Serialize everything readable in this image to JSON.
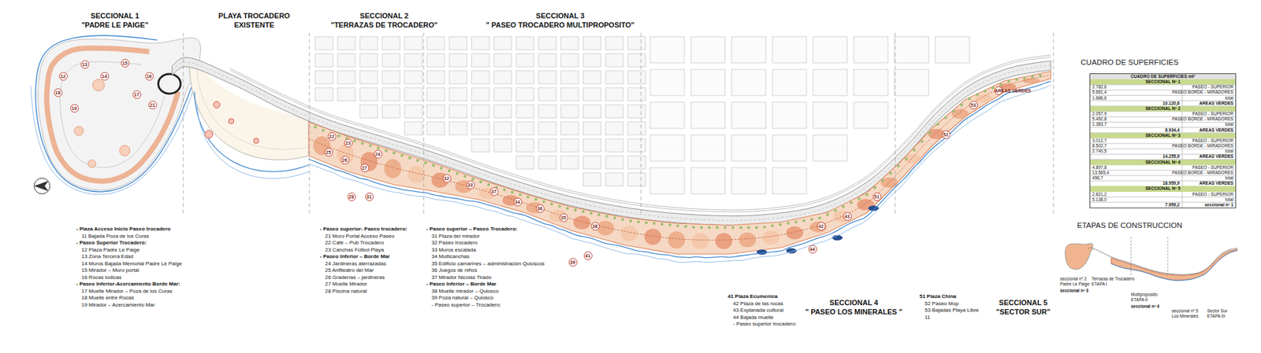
{
  "diagram": {
    "nodes": [
      {
        "text": [
          "CUADRO DE SUPERFICIES mt²"
        ]
      },
      {
        "text": [
          "SECCIONAL Nº 1"
        ],
        "in": 0
      },
      {
        "text": [
          "SECCIONAL Nº 2"
        ],
        "in": 0
      },
      {
        "text": [
          "SECCIONAL Nº 3"
        ],
        "in": 0
      },
      {
        "text": [
          "SECCIONAL Nº 4"
        ],
        "in": 0
      },
      {
        "text": [
          "SECCIONAL Nº 5"
        ],
        "in": 0
      }
    ],
    "labels": [
      "SECCIONAL 1",
      "\"PADRE LE PAIGE\"",
      "PLAYA TROCADERO",
      "EXISTENTE",
      "SECCIONAL 2",
      "\"TERRAZAS DE TROCADERO\"",
      "SECCIONAL 3",
      "\" PASEO TROCADERO MULTIPROPOSITO\"",
      "SECCIONAL 4",
      "\" PASEO LOS MINERALES \"",
      "SECCIONAL 5",
      "\"SECTOR SUR\"",
      "CUADRO DE SUPERFICIES",
      "ETAPAS DE CONSTRUCCION",
      "- Plaza Acceso Inicio Paseo trocadero",
      "11 Bajada Poza de los Curas",
      "- Paseo Superior Trocadero:",
      "12 Plaza Padre Le Paige",
      "13 Zona Tercera Edad",
      "14 Muros Bajada Memorial Padre Le Paige",
      "15 Mirador – Muro portal",
      "16 Rocas lúdicas",
      "- Paseo Inferior-Acercamiento Borde Mar:",
      "17 Muelle Mirador – Poza de los Curas",
      "18 Muelle entre Rocas",
      "19 Mirador – Acercamiento Mar",
      "- Paseo superior- Paseo trocadero:",
      "21 Muro Portal Acceso Paseo",
      "22 Café – Pub Trocadero",
      "23 Canchas Fútbol Playa",
      "- Paseo Inferior – Borde Mar",
      "24 Jardineras aterrazadas",
      "25 Anfiteatro del Mar",
      "26 Graderías – jardineras",
      "27 Muelle Mirador",
      "28 Piscina natural",
      "- Paseo superior – Paseo Trocadero:",
      "31 Plaza del mirador",
      "32 Paseo trocadero",
      "33 Muros escalada",
      "34 Multicanchas",
      "35 Edificio camarines – administración Quioscos",
      "36 Juegos de niños",
      "37 Mirador Nicolas Tirado",
      "- Paseo Inferior – Borde Mar",
      "38 Muelle mirador – Quiosco",
      "39 Poza natural – Quiosco",
      "- Paseo superior – Trocadero:",
      "41 Plaza Ecumenica",
      "42 Plaza de las rocas",
      "43 Explanada cultural",
      "44 Bajada muelle",
      "- Paseo superior trocadero:",
      "51 Plaza China",
      "52 Paseo Mop",
      "53 Bajadas Playa Libre",
      "11",
      "12",
      "13",
      "14",
      "15",
      "16",
      "17",
      "18",
      "19",
      "21",
      "22",
      "23",
      "24",
      "25",
      "26",
      "27",
      "28",
      "31",
      "32",
      "33",
      "34",
      "35",
      "36",
      "37",
      "38",
      "39",
      "41",
      "42",
      "43",
      "44",
      "51",
      "52",
      "53",
      "AREAS VERDES",
      "2.782,6",
      "PASEO - SUPERIOR",
      "5.651,4",
      "PASEO BORDE - MIRADORES",
      "1.686,6",
      "total",
      "10.120,6",
      "AREAS VERDES",
      "2.057,9",
      "PASEO - SUPERIOR",
      "5.492,8",
      "PASEO BORDE - MIRADORES",
      "1.383,7",
      "total",
      "8.934,4",
      "AREAS VERDES",
      "3.012,7",
      "PASEO - SUPERIOR",
      "8.502,7",
      "PASEO BORDE - MIRADORES",
      "2.740,5",
      "total",
      "14.255,9",
      "AREAS VERDES",
      "4.897,8",
      "PASEO - SUPERIOR",
      "13.565,4",
      "PASEO BORDE - MIRADORES",
      "496,7",
      "total",
      "18.959,9",
      "AREAS VERDES",
      "2.821,2",
      "PASEO - SUPERIOR",
      "5.138,0",
      "total",
      "7.959,2",
      "seccional nº 1",
      "seccional nº 2",
      "Padre Le Paige",
      "Terrazas de Trocadero",
      "ETAPA I",
      "seccional nº 3",
      "Multiproposito",
      "ETAPA II",
      "seccional nº 4",
      "seccional nº 5",
      "Los Minerales",
      "Sector Sur",
      "ETAPA III"
    ]
  }
}
